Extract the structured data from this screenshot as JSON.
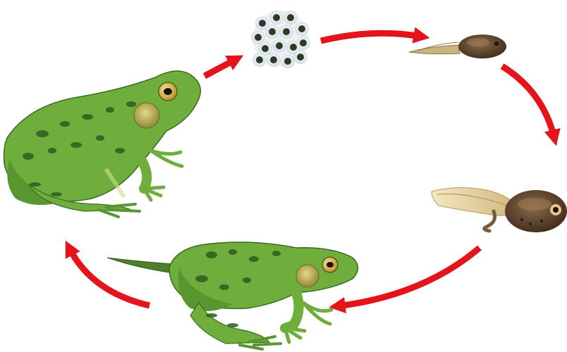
{
  "diagram": {
    "type": "life-cycle",
    "stages": [
      {
        "id": "adult-frog",
        "icon": "adult-frog-illustration"
      },
      {
        "id": "eggs",
        "icon": "frog-spawn-illustration"
      },
      {
        "id": "tadpole",
        "icon": "young-tadpole-illustration"
      },
      {
        "id": "tadpole-with-legs",
        "icon": "tadpole-with-hind-legs-illustration"
      },
      {
        "id": "froglet",
        "icon": "froglet-with-tail-illustration"
      }
    ],
    "arrows": [
      {
        "from": "adult-frog",
        "to": "eggs"
      },
      {
        "from": "eggs",
        "to": "tadpole"
      },
      {
        "from": "tadpole",
        "to": "tadpole-with-legs"
      },
      {
        "from": "tadpole-with-legs",
        "to": "froglet"
      },
      {
        "from": "froglet",
        "to": "adult-frog"
      }
    ],
    "colors": {
      "arrow": "#e3141b",
      "frog_skin": "#6fae3c",
      "frog_spots": "#2f5d1e",
      "frog_belly": "#c9dd8a",
      "tadpole_body": "#5a3f2c",
      "tadpole_tail": "#e9d9a8",
      "egg_jelly": "#e9eef2",
      "egg_yolk": "#2d3a2a"
    }
  }
}
